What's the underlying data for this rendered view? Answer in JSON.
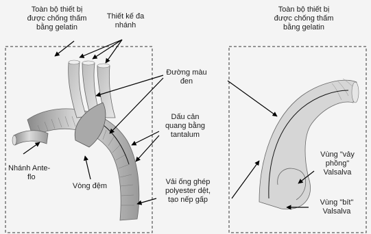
{
  "labels": {
    "gelatin_left_1": "Toàn bộ thiết bị",
    "gelatin_left_2": "được chống thấm",
    "gelatin_left_3": "bằng gelatin",
    "branch_design_1": "Thiết kế đa",
    "branch_design_2": "nhánh",
    "gelatin_right_1": "Toàn bộ thiết bị",
    "gelatin_right_2": "được chống thấm",
    "gelatin_right_3": "bằng gelatin",
    "black_line_1": "Đường màu",
    "black_line_2": "đen",
    "tantalum_1": "Dấu cản",
    "tantalum_2": "quang bằng",
    "tantalum_3": "tantalum",
    "antefio_1": "Nhánh Ante-",
    "antefio_2": "flo",
    "collar": "Vòng đệm",
    "polyester_1": "Vải ống ghép",
    "polyester_2": "polyester dệt,",
    "polyester_3": "tạo nếp gấp",
    "valsalva_expand_1": "Vùng \"vảy",
    "valsalva_expand_2": "phồng\"",
    "valsalva_expand_3": "Valsalva",
    "valsalva_closed_1": "Vùng \"bít\"",
    "valsalva_closed_2": "Valsalva"
  }
}
